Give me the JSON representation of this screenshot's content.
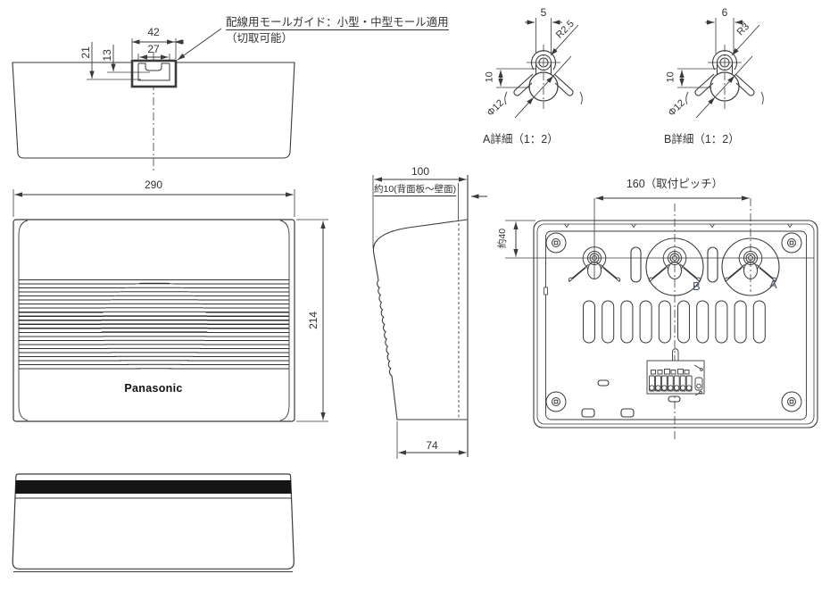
{
  "drawing": {
    "annotation": {
      "line1": "配線用モールガイド：小型・中型モール適用",
      "line2": "（切取可能）"
    },
    "top_view": {
      "width_outer": "42",
      "width_inner": "27",
      "depth_outer": "21",
      "depth_inner": "13"
    },
    "front_view": {
      "width": "290",
      "height": "214",
      "logo": "Panasonic"
    },
    "side_view": {
      "depth": "100",
      "wall_gap": "約10(背面板〜壁面)",
      "bottom_depth": "74"
    },
    "back_view": {
      "mount_pitch": "160（取付ピッチ）",
      "top_offset": "約40",
      "label_a": "A",
      "label_b": "B"
    },
    "detail_a": {
      "title": "A詳細（1：2）",
      "slot_width": "5",
      "radius": "R2.5",
      "depth": "10",
      "diameter": "Φ12"
    },
    "detail_b": {
      "title": "B詳細（1：2）",
      "slot_width": "6",
      "radius": "R3",
      "depth": "10",
      "diameter": "Φ12"
    }
  }
}
